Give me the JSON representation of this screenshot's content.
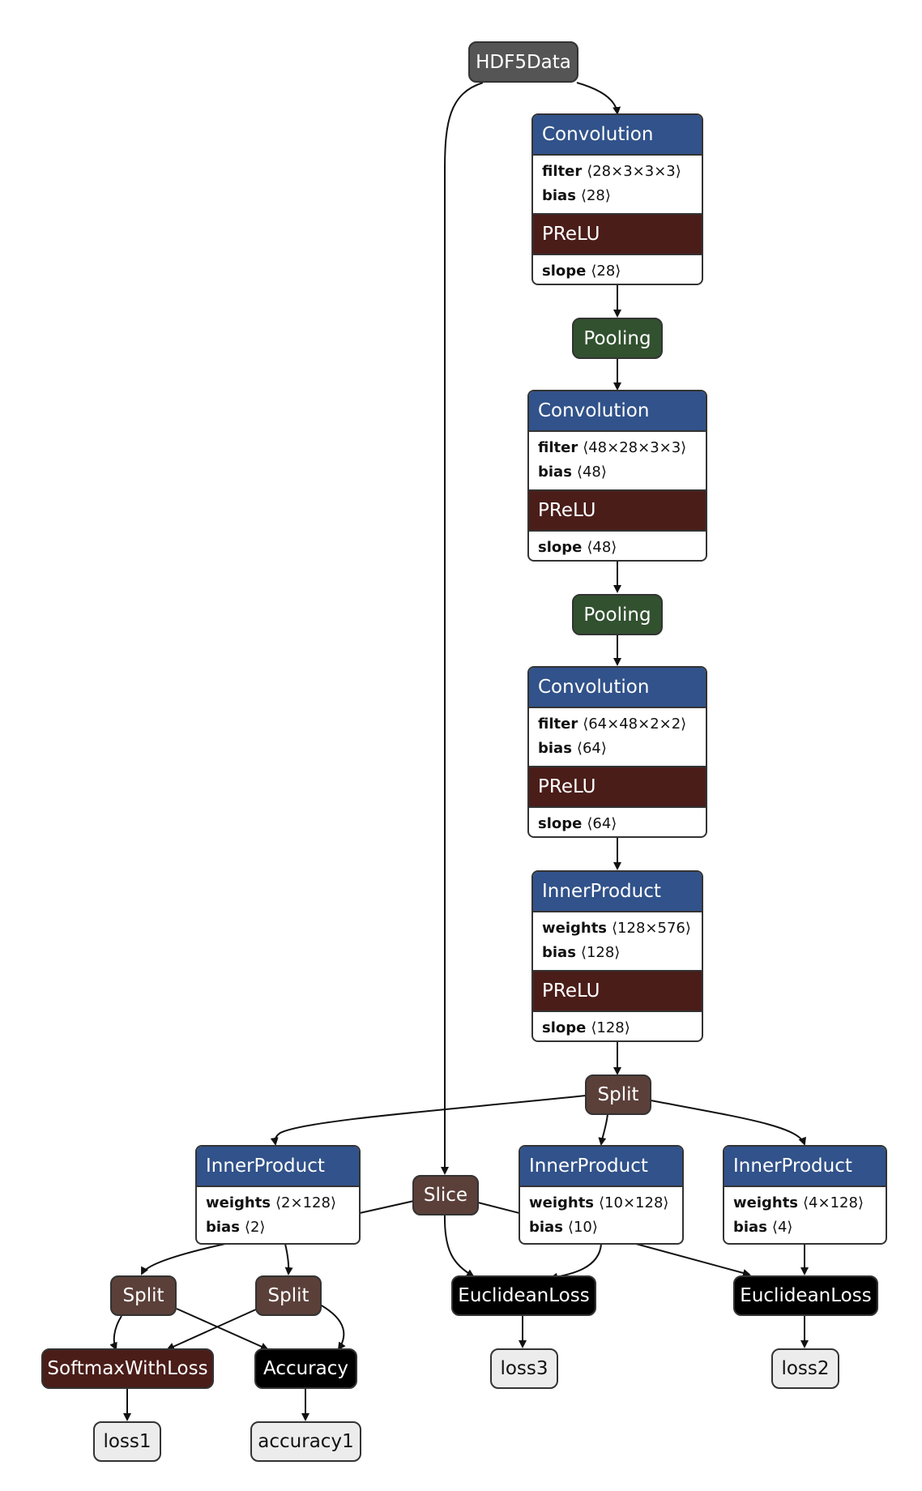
{
  "colors": {
    "layer_blue": "#31528a",
    "activation_maroon": "#4a1d19",
    "pooling_green": "#32512f",
    "split_brown": "#5b403a",
    "loss_black": "#000000",
    "data_grey": "#555555",
    "blob_grey": "#ececec"
  },
  "nodes": {
    "hdf5": "HDF5Data",
    "conv1": {
      "title": "Convolution",
      "p1_name": "filter",
      "p1_val": "⟨28×3×3×3⟩",
      "p2_name": "bias",
      "p2_val": "⟨28⟩",
      "act": "PReLU",
      "act_name": "slope",
      "act_val": "⟨28⟩"
    },
    "pool1": "Pooling",
    "conv2": {
      "title": "Convolution",
      "p1_name": "filter",
      "p1_val": "⟨48×28×3×3⟩",
      "p2_name": "bias",
      "p2_val": "⟨48⟩",
      "act": "PReLU",
      "act_name": "slope",
      "act_val": "⟨48⟩"
    },
    "pool2": "Pooling",
    "conv3": {
      "title": "Convolution",
      "p1_name": "filter",
      "p1_val": "⟨64×48×2×2⟩",
      "p2_name": "bias",
      "p2_val": "⟨64⟩",
      "act": "PReLU",
      "act_name": "slope",
      "act_val": "⟨64⟩"
    },
    "ip1": {
      "title": "InnerProduct",
      "p1_name": "weights",
      "p1_val": "⟨128×576⟩",
      "p2_name": "bias",
      "p2_val": "⟨128⟩",
      "act": "PReLU",
      "act_name": "slope",
      "act_val": "⟨128⟩"
    },
    "split_main": "Split",
    "ip_cls": {
      "title": "InnerProduct",
      "p1_name": "weights",
      "p1_val": "⟨2×128⟩",
      "p2_name": "bias",
      "p2_val": "⟨2⟩"
    },
    "slice": "Slice",
    "ip_roi": {
      "title": "InnerProduct",
      "p1_name": "weights",
      "p1_val": "⟨10×128⟩",
      "p2_name": "bias",
      "p2_val": "⟨10⟩"
    },
    "ip_box": {
      "title": "InnerProduct",
      "p1_name": "weights",
      "p1_val": "⟨4×128⟩",
      "p2_name": "bias",
      "p2_val": "⟨4⟩"
    },
    "split_a": "Split",
    "split_b": "Split",
    "euclid1": "EuclideanLoss",
    "euclid2": "EuclideanLoss",
    "softmax": "SoftmaxWithLoss",
    "accuracy": "Accuracy",
    "loss3": "loss3",
    "loss2": "loss2",
    "loss1": "loss1",
    "accuracy1": "accuracy1"
  }
}
